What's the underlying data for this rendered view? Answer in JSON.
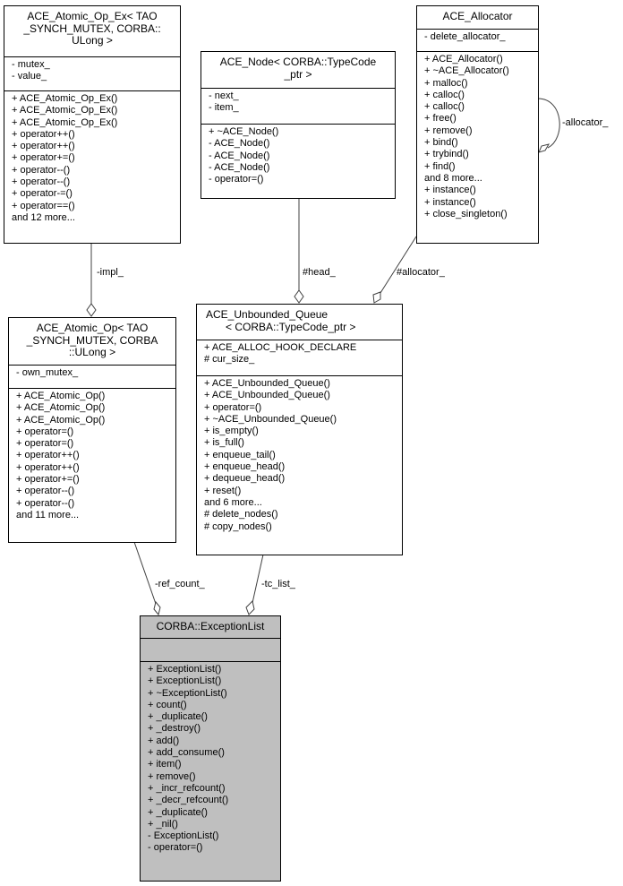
{
  "classes": {
    "atomic_op_ex": {
      "title_lines": [
        "ACE_Atomic_Op_Ex< TAO",
        "_SYNCH_MUTEX, CORBA::",
        "ULong >"
      ],
      "attributes": [
        "- mutex_",
        "- value_"
      ],
      "methods": [
        "+ ACE_Atomic_Op_Ex()",
        "+ ACE_Atomic_Op_Ex()",
        "+ ACE_Atomic_Op_Ex()",
        "+ operator++()",
        "+ operator++()",
        "+ operator+=()",
        "+ operator--()",
        "+ operator--()",
        "+ operator-=()",
        "+ operator==()",
        "and 12 more..."
      ]
    },
    "ace_node": {
      "title_lines": [
        "ACE_Node< CORBA::TypeCode",
        "_ptr >"
      ],
      "attributes": [
        "- next_",
        "- item_"
      ],
      "methods": [
        "+ ~ACE_Node()",
        "- ACE_Node()",
        "- ACE_Node()",
        "- ACE_Node()",
        "- operator=()"
      ]
    },
    "ace_allocator": {
      "title_lines": [
        "ACE_Allocator"
      ],
      "attributes": [
        "- delete_allocator_"
      ],
      "methods": [
        "+ ACE_Allocator()",
        "+ ~ACE_Allocator()",
        "+ malloc()",
        "+ calloc()",
        "+ calloc()",
        "+ free()",
        "+ remove()",
        "+ bind()",
        "+ trybind()",
        "+ find()",
        "and 8 more...",
        "+ instance()",
        "+ instance()",
        "+ close_singleton()"
      ]
    },
    "atomic_op": {
      "title_lines": [
        "ACE_Atomic_Op< TAO",
        "_SYNCH_MUTEX, CORBA",
        "::ULong >"
      ],
      "attributes": [
        "- own_mutex_"
      ],
      "methods": [
        "+ ACE_Atomic_Op()",
        "+ ACE_Atomic_Op()",
        "+ ACE_Atomic_Op()",
        "+ operator=()",
        "+ operator=()",
        "+ operator++()",
        "+ operator++()",
        "+ operator+=()",
        "+ operator--()",
        "+ operator--()",
        "and 11 more..."
      ]
    },
    "unbounded_queue": {
      "title_lines": [
        "ACE_Unbounded_Queue",
        "< CORBA::TypeCode_ptr >"
      ],
      "attributes": [
        "+ ACE_ALLOC_HOOK_DECLARE",
        "# cur_size_"
      ],
      "methods": [
        "+ ACE_Unbounded_Queue()",
        "+ ACE_Unbounded_Queue()",
        "+ operator=()",
        "+ ~ACE_Unbounded_Queue()",
        "+ is_empty()",
        "+ is_full()",
        "+ enqueue_tail()",
        "+ enqueue_head()",
        "+ dequeue_head()",
        "+ reset()",
        "and 6 more...",
        "# delete_nodes()",
        "# copy_nodes()"
      ]
    },
    "exception_list": {
      "title_lines": [
        "CORBA::ExceptionList"
      ],
      "attributes": [],
      "methods": [
        "+ ExceptionList()",
        "+ ExceptionList()",
        "+ ~ExceptionList()",
        "+ count()",
        "+ _duplicate()",
        "+ _destroy()",
        "+ add()",
        "+ add_consume()",
        "+ item()",
        "+ remove()",
        "+ _incr_refcount()",
        "+ _decr_refcount()",
        "+ _duplicate()",
        "+ _nil()",
        "- ExceptionList()",
        "- operator=()"
      ]
    }
  },
  "edges": {
    "impl": "-impl_",
    "head": "#head_",
    "allocator_self": "-allocator_",
    "allocator": "#allocator_",
    "ref_count": "-ref_count_",
    "tc_list": "-tc_list_"
  },
  "colors": {
    "focus_fill": "#bfbfbf",
    "edge": "#404040"
  }
}
